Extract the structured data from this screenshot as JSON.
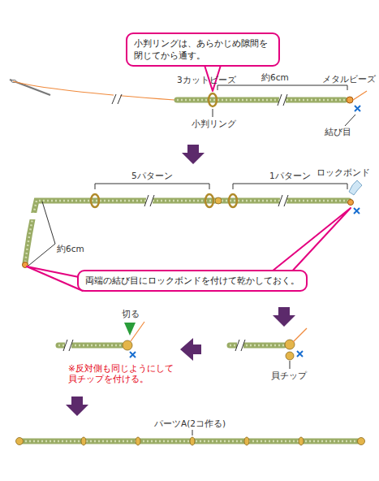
{
  "diagram": {
    "nodes": [
      {
        "text": [
          "小判リングは、あらかじめ隙間を 閉じてから通す。"
        ]
      },
      {
        "text": [
          "両端の結び目にロックボンドを付けて乾かしておく。"
        ]
      }
    ],
    "labels": [
      "3カットビーズ",
      "約6cm",
      "メタルビーズ",
      "小判リング",
      "結び目",
      "5パターン",
      "1パターン",
      "ロックボンド",
      "約6cm",
      "切る",
      "※反対側も同じようにして 貝チップを付ける。",
      "貝チップ",
      "パーツA(2コ作る)"
    ]
  }
}
